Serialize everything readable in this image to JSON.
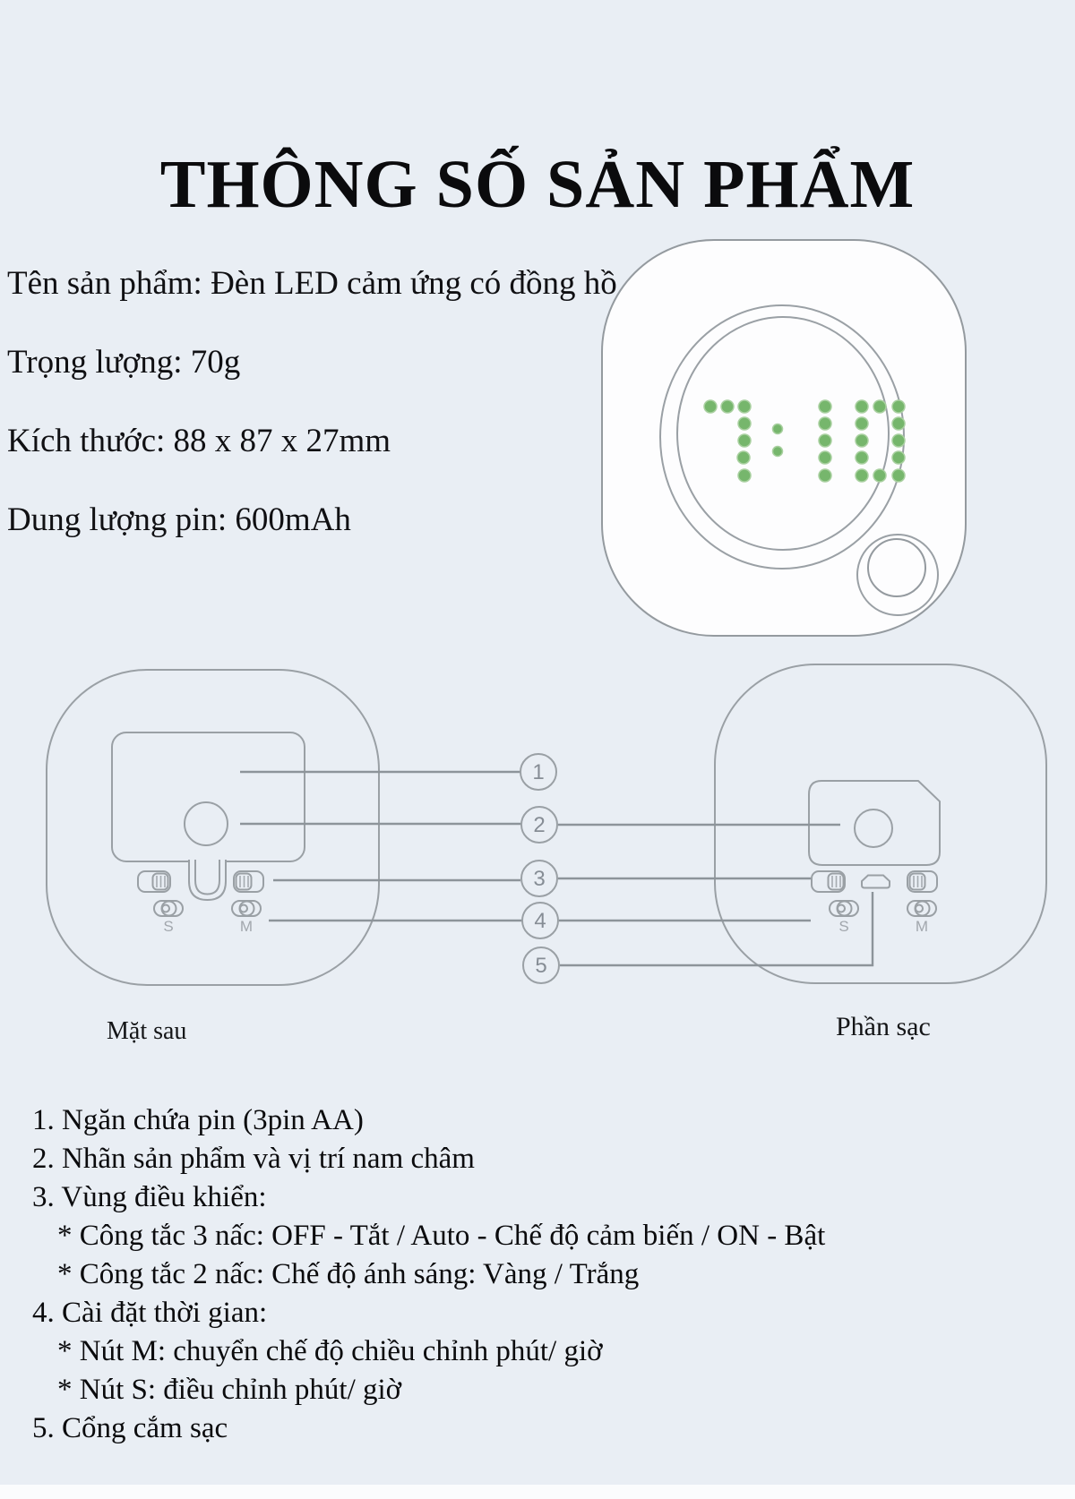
{
  "page": {
    "title": "THÔNG SỐ SẢN PHẨM",
    "background_color": "#e9eef4"
  },
  "specs": [
    "Tên sản phẩm: Đèn LED cảm ứng có đồng hồ",
    "Trọng lượng: 70g",
    "Kích thước: 88 x 87 x 27mm",
    "Dung lượng pin: 600mAh"
  ],
  "front_view": {
    "clock_display": "7:10",
    "led_color": "#76b66c",
    "led_edge_color": "#a9d0a0"
  },
  "diagram": {
    "back_label": "Mặt sau",
    "charge_label": "Phần sạc",
    "callouts": [
      "1",
      "2",
      "3",
      "4",
      "5"
    ],
    "switch_labels": {
      "s": "S",
      "m": "M"
    }
  },
  "legend": {
    "items": [
      {
        "indent": 0,
        "text": "1. Ngăn chứa pin (3pin AA)"
      },
      {
        "indent": 0,
        "text": "2. Nhãn sản phẩm và vị trí nam châm"
      },
      {
        "indent": 0,
        "text": "3. Vùng điều khiển:"
      },
      {
        "indent": 1,
        "text": "* Công tắc 3 nấc: OFF - Tắt / Auto - Chế độ cảm biến / ON - Bật"
      },
      {
        "indent": 1,
        "text": "* Công tắc 2 nấc: Chế độ ánh sáng: Vàng / Trắng"
      },
      {
        "indent": 0,
        "text": "4. Cài đặt thời gian:"
      },
      {
        "indent": 1,
        "text": "* Nút M: chuyển chế độ chiều chỉnh phút/ giờ"
      },
      {
        "indent": 1,
        "text": "* Nút S: điều chỉnh phút/ giờ"
      },
      {
        "indent": 0,
        "text": "5. Cổng cắm sạc"
      }
    ]
  }
}
